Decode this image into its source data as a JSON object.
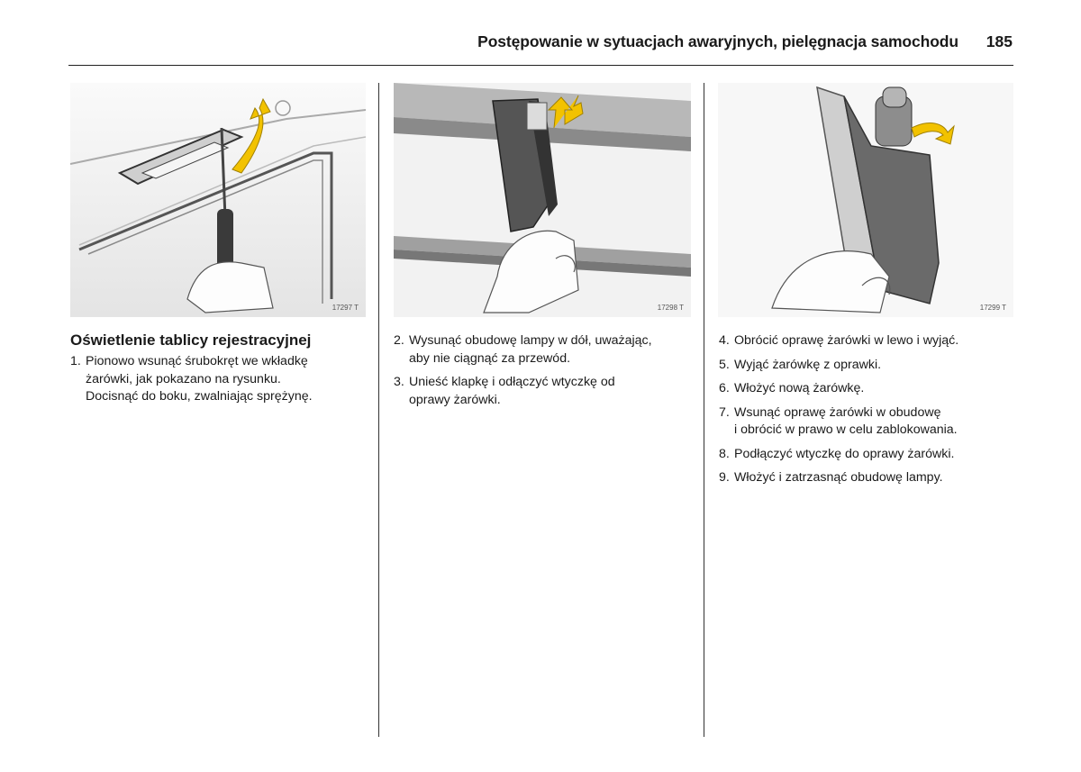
{
  "header": {
    "title": "Postępowanie w sytuacjach awaryjnych, pielęgnacja samochodu",
    "page_number": "185"
  },
  "figures": [
    {
      "code": "17297 T",
      "icon": "screwdriver-illustration"
    },
    {
      "code": "17298 T",
      "icon": "lamp-pull-down-illustration"
    },
    {
      "code": "17299 T",
      "icon": "bulb-socket-rotate-illustration"
    }
  ],
  "section": {
    "heading": "Oświetlenie tablicy rejestracyjnej"
  },
  "columns": [
    {
      "steps": [
        {
          "num": "1.",
          "text": "Pionowo wsunąć śrubokręt we wkładkę\nżarówki, jak pokazano na rysunku.\nDocisnąć do boku, zwalniając sprężynę."
        }
      ]
    },
    {
      "steps": [
        {
          "num": "2.",
          "text": "Wysunąć obudowę lampy w dół, uważając,\naby nie ciągnąć za przewód."
        },
        {
          "num": "3.",
          "text": "Unieść klapkę i odłączyć wtyczkę od\noprawy żarówki."
        }
      ]
    },
    {
      "steps": [
        {
          "num": "4.",
          "text": "Obrócić oprawę żarówki w lewo i wyjąć."
        },
        {
          "num": "5.",
          "text": "Wyjąć żarówkę z oprawki."
        },
        {
          "num": "6.",
          "text": "Włożyć nową żarówkę."
        },
        {
          "num": "7.",
          "text": "Wsunąć oprawę żarówki w obudowę\ni obrócić w prawo w celu zablokowania."
        },
        {
          "num": "8.",
          "text": "Podłączyć wtyczkę do oprawy żarówki."
        },
        {
          "num": "9.",
          "text": "Włożyć i zatrzasnąć obudowę lampy."
        }
      ]
    }
  ],
  "colors": {
    "arrow": "#f2c200",
    "figure_bg": "#ececec",
    "text": "#1a1a1a"
  }
}
